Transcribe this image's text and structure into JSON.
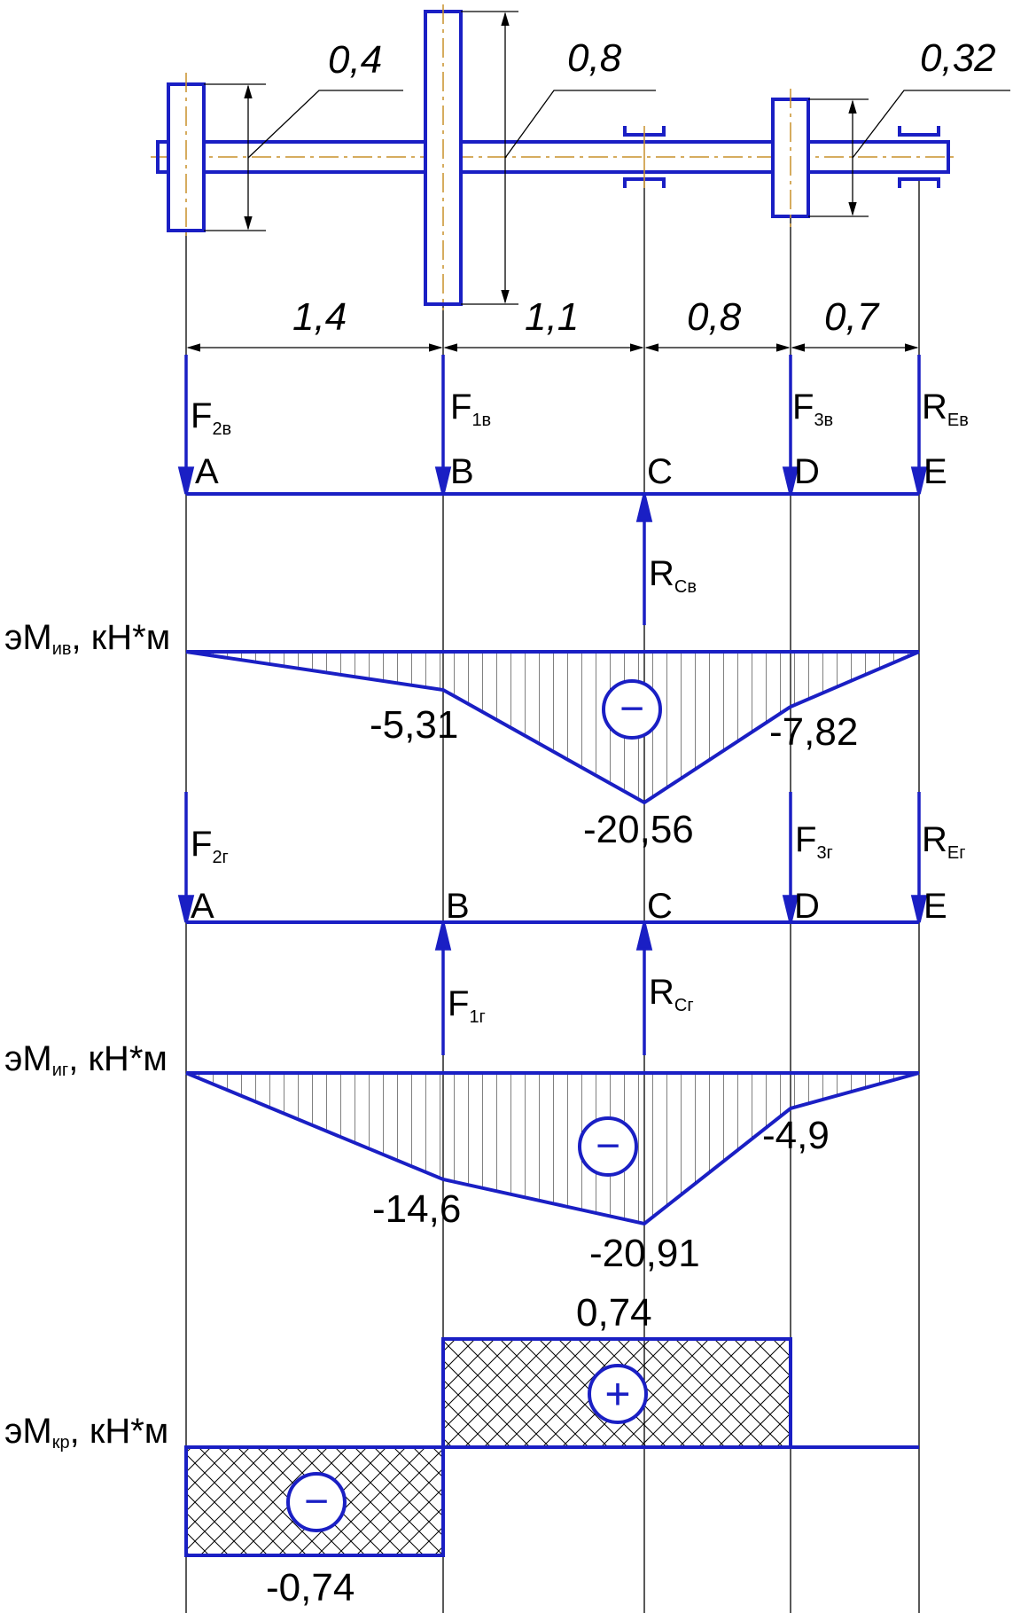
{
  "shaft": {
    "diameters": [
      "0,4",
      "0,8",
      "0,32"
    ]
  },
  "spans": [
    "1,4",
    "1,1",
    "0,8",
    "0,7"
  ],
  "points": [
    "A",
    "B",
    "C",
    "D",
    "E"
  ],
  "vertical_plane": {
    "forces": [
      {
        "main": "F",
        "sub": "2в"
      },
      {
        "main": "F",
        "sub": "1в"
      },
      {
        "main": "F",
        "sub": "3в"
      },
      {
        "main": "R",
        "sub": "Eв"
      },
      {
        "main": "R",
        "sub": "Cв"
      }
    ],
    "moment_label": {
      "prefix": "эM",
      "sub": "ив",
      "suffix": ", кН*м"
    },
    "moments": [
      "0",
      "-5,31",
      "-20,56",
      "-7,82",
      "0"
    ],
    "moment_values": [
      0,
      -5.31,
      -20.56,
      -7.82,
      0
    ],
    "sign": "−"
  },
  "horizontal_plane": {
    "forces": [
      {
        "main": "F",
        "sub": "2г"
      },
      {
        "main": "F",
        "sub": "3г"
      },
      {
        "main": "R",
        "sub": "Eг"
      },
      {
        "main": "F",
        "sub": "1г"
      },
      {
        "main": "R",
        "sub": "Cг"
      }
    ],
    "moment_label": {
      "prefix": "эM",
      "sub": "иг",
      "suffix": ", кН*м"
    },
    "moments": [
      "0",
      "-14,6",
      "-20,91",
      "-4,9",
      "0"
    ],
    "moment_values": [
      0,
      -14.6,
      -20.91,
      -4.9,
      0
    ],
    "sign": "−"
  },
  "torque": {
    "moment_label": {
      "prefix": "эM",
      "sub": "кр",
      "suffix": ", кН*м"
    },
    "positive_value": "0,74",
    "negative_value": "-0,74",
    "positive_sign": "+",
    "negative_sign": "−"
  },
  "colors": {
    "line": "#1a1fc4",
    "axis": "#c8902a",
    "text": "#000000"
  }
}
